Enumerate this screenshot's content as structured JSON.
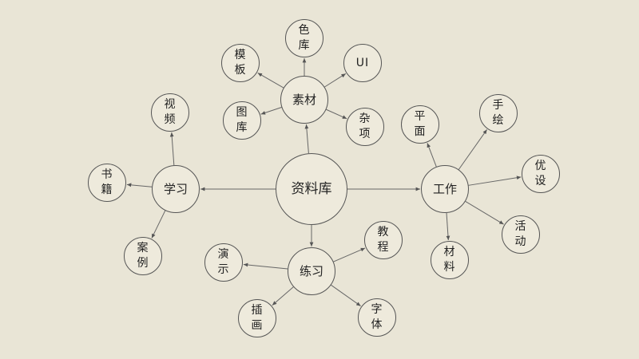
{
  "nodes": {
    "center": {
      "label": "资料库"
    },
    "sucai": {
      "label": "素材"
    },
    "xuexi": {
      "label": "学习"
    },
    "gongzuo": {
      "label": "工作"
    },
    "lianxi": {
      "label": "练习"
    },
    "mubam": {
      "label": "模\n板"
    },
    "seku": {
      "label": "色\n库"
    },
    "ui": {
      "label": "UI"
    },
    "tuku": {
      "label": "图\n库"
    },
    "zaxiang": {
      "label": "杂\n项"
    },
    "shipin": {
      "label": "视\n频"
    },
    "shuji": {
      "label": "书\n籍"
    },
    "anli": {
      "label": "案\n例"
    },
    "pingmian": {
      "label": "平\n面"
    },
    "shouhui": {
      "label": "手\n绘"
    },
    "youshe": {
      "label": "优\n设"
    },
    "huodong": {
      "label": "活\n动"
    },
    "cailiao": {
      "label": "材\n料"
    },
    "jiaocheng": {
      "label": "教\n程"
    },
    "yanshi": {
      "label": "演\n示"
    },
    "chahua": {
      "label": "插\n画"
    },
    "ziti": {
      "label": "字\n体"
    }
  },
  "edges": [
    [
      "center",
      "sucai"
    ],
    [
      "center",
      "xuexi"
    ],
    [
      "center",
      "gongzuo"
    ],
    [
      "center",
      "lianxi"
    ],
    [
      "sucai",
      "mubam"
    ],
    [
      "sucai",
      "seku"
    ],
    [
      "sucai",
      "ui"
    ],
    [
      "sucai",
      "tuku"
    ],
    [
      "sucai",
      "zaxiang"
    ],
    [
      "xuexi",
      "shipin"
    ],
    [
      "xuexi",
      "shuji"
    ],
    [
      "xuexi",
      "anli"
    ],
    [
      "gongzuo",
      "pingmian"
    ],
    [
      "gongzuo",
      "shouhui"
    ],
    [
      "gongzuo",
      "youshe"
    ],
    [
      "gongzuo",
      "huodong"
    ],
    [
      "gongzuo",
      "cailiao"
    ],
    [
      "lianxi",
      "jiaocheng"
    ],
    [
      "lianxi",
      "yanshi"
    ],
    [
      "lianxi",
      "chahua"
    ],
    [
      "lianxi",
      "ziti"
    ]
  ]
}
